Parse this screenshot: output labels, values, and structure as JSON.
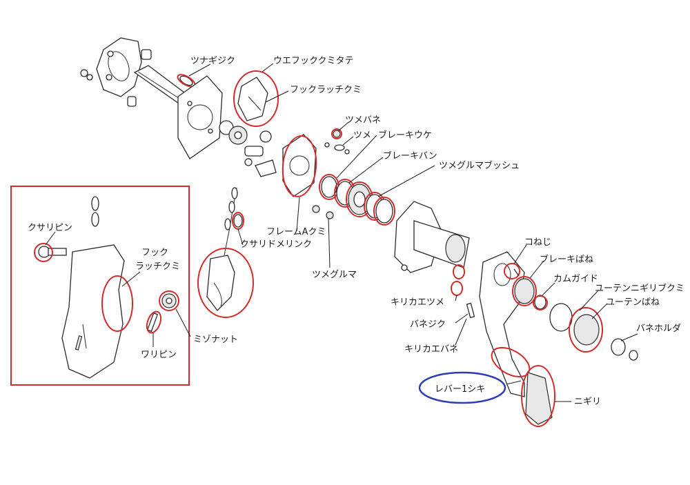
{
  "diagram": {
    "labels": {
      "tsunagijiku": "ツナギジク",
      "uefukku_kumitate": "ウエフッククミタテ",
      "fukku_ratchi_kumi": "フックラッチクミ",
      "tsumebane": "ツメバネ",
      "tsume": "ツメ",
      "bureki_uke": "ブレーキウケ",
      "bureki_ban": "ブレーキバン",
      "tsumeguruma_busshu": "ツメグルマブッシュ",
      "kusari_pin": "クサリピン",
      "fukku": "フック",
      "ratchi_kumi": "ラッチクミ",
      "kusari_dome_rinku": "クサリドメリンク",
      "furemu_a_kumi": "フレームAクミ",
      "tsumeguruma": "ツメグルマ",
      "koneji": "コねじ",
      "bureki_bane": "ブレーキばね",
      "kamu_gaido": "カムガイド",
      "yuten_nigiri_bukumi": "ユーテンニギリブクミ",
      "yuten_bane": "ユーテンばね",
      "kirikae_tsume": "キリカエツメ",
      "banejiku": "バネジク",
      "bane_horuda": "バネホルダ",
      "kirikae_bane": "キリカエバネ",
      "mizo_natto": "ミゾナット",
      "wari_pin": "ワリピン",
      "reba_1_shiki": "レバー1シキ",
      "nigiri": "ニギリ"
    },
    "colors": {
      "highlight_red": "#d42a2a",
      "highlight_blue": "#2b3eb8",
      "line": "#2a2a2a"
    }
  }
}
